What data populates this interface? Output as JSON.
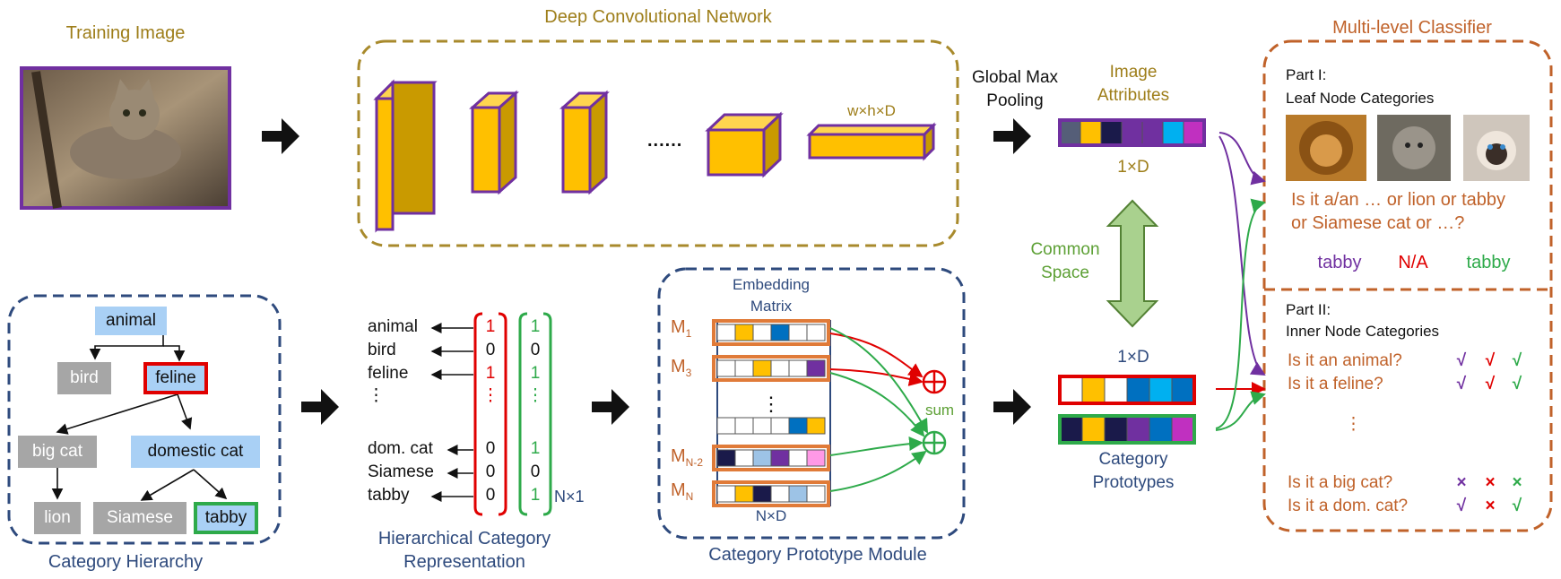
{
  "titles": {
    "training_image": "Training Image",
    "deep_network": "Deep Convolutional Network",
    "multi_level": "Multi-level Classifier",
    "category_hierarchy": "Category Hierarchy",
    "hier_rep_line1": "Hierarchical Category",
    "hier_rep_line2": "Representation",
    "prototype_module": "Category Prototype Module"
  },
  "network": {
    "dots": "......",
    "feature_dims": "w×h×D",
    "pooling_line1": "Global Max",
    "pooling_line2": "Pooling"
  },
  "attributes": {
    "title_line1": "Image",
    "title_line2": "Attributes",
    "dim": "1×D",
    "colors": [
      "#555E78",
      "#FFC000",
      "#1A1A4A",
      "#7030A0",
      "#7030A0",
      "#00B0F0",
      "#C030C0"
    ]
  },
  "common_space": {
    "line1": "Common",
    "line2": "Space"
  },
  "prototypes": {
    "dim": "1×D",
    "line1": "Category",
    "line2": "Prototypes",
    "red_colors": [
      "#FFFFFF",
      "#FFC000",
      "#FFFFFF",
      "#0070C0",
      "#00B0F0",
      "#0070C0"
    ],
    "green_colors": [
      "#1A1A4A",
      "#FFC000",
      "#1A1A4A",
      "#7030A0",
      "#0070C0",
      "#C030C0"
    ]
  },
  "hierarchy": {
    "animal": "animal",
    "bird": "bird",
    "feline": "feline",
    "big_cat": "big cat",
    "domestic_cat": "domestic cat",
    "lion": "lion",
    "siamese": "Siamese",
    "tabby": "tabby"
  },
  "representation": {
    "labels": [
      "animal",
      "bird",
      "feline",
      "⋮",
      "dom. cat",
      "Siamese",
      "tabby"
    ],
    "col_red": [
      "1",
      "0",
      "1",
      "⋮",
      "0",
      "0",
      "0"
    ],
    "col_green": [
      "1",
      "0",
      "1",
      "⋮",
      "1",
      "0",
      "1"
    ],
    "dim": "N×1"
  },
  "embedding": {
    "title_line1": "Embedding",
    "title_line2": "Matrix",
    "rows": [
      "M1",
      "M3",
      "⋮",
      "MN-2",
      "MN"
    ],
    "row_labels": [
      {
        "main": "M",
        "sub": "1"
      },
      {
        "main": "M",
        "sub": "3"
      },
      {
        "main": "M",
        "sub": "N-2"
      },
      {
        "main": "M",
        "sub": "N"
      }
    ],
    "dots": "⋮",
    "dim": "N×D",
    "sum": "sum",
    "row_colors": [
      [
        "#FFFFFF",
        "#FFC000",
        "#FFFFFF",
        "#0070C0",
        "#FFFFFF",
        "#FFFFFF"
      ],
      [
        "#FFFFFF",
        "#FFFFFF",
        "#FFC000",
        "#FFFFFF",
        "#FFFFFF",
        "#7030A0"
      ],
      [
        "#FFFFFF",
        "#FFFFFF",
        "#FFFFFF",
        "#FFFFFF",
        "#0070C0",
        "#FFC000"
      ],
      [
        "#1A1A4A",
        "#FFFFFF",
        "#9DC3E6",
        "#7030A0",
        "#FFFFFF",
        "#FF99E6"
      ],
      [
        "#FFFFFF",
        "#FFC000",
        "#1A1A4A",
        "#FFFFFF",
        "#9DC3E6",
        "#FFFFFF"
      ]
    ]
  },
  "classifier": {
    "part1_title": "Part I:",
    "part1_sub": "Leaf Node Categories",
    "question_line1": "Is it a/an … or lion or tabby",
    "question_line2": "or Siamese cat or …?",
    "answers": [
      {
        "text": "tabby",
        "color": "#7030A0"
      },
      {
        "text": "N/A",
        "color": "#E00000"
      },
      {
        "text": "tabby",
        "color": "#2EAA4A"
      }
    ],
    "part2_title": "Part II:",
    "part2_sub": "Inner Node Categories",
    "questions": [
      {
        "q": "Is it an animal?",
        "marks": [
          "√",
          "√",
          "√"
        ]
      },
      {
        "q": "Is it a feline?",
        "marks": [
          "√",
          "√",
          "√"
        ]
      },
      {
        "q": "⋮",
        "marks": [
          "",
          "",
          ""
        ]
      },
      {
        "q": "Is it a big cat?",
        "marks": [
          "×",
          "×",
          "×"
        ]
      },
      {
        "q": "Is it a dom. cat?",
        "marks": [
          "√",
          "×",
          "√"
        ]
      }
    ],
    "mark_colors": [
      "#7030A0",
      "#E00000",
      "#2EAA4A"
    ]
  },
  "images": {
    "training": "cat-photo",
    "leaf_images": [
      "lion-photo",
      "tabby-photo",
      "siamese-photo"
    ]
  }
}
